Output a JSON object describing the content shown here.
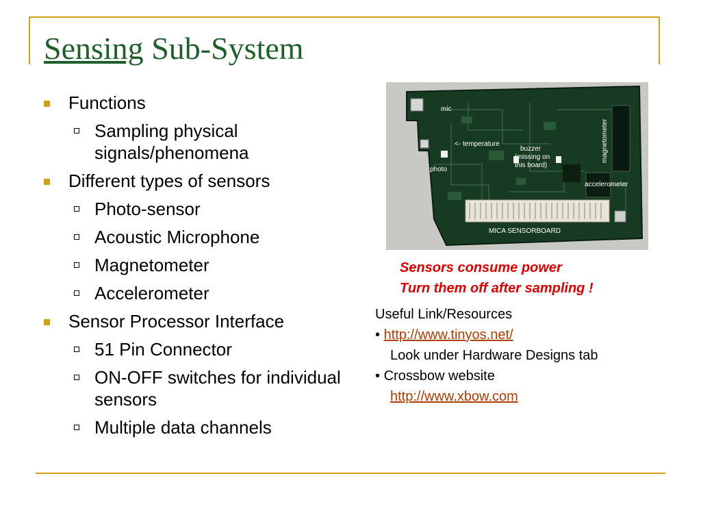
{
  "slide": {
    "title_link": "Sensing",
    "title_rest": " Sub-System"
  },
  "bullets": [
    {
      "text": "Functions",
      "children": [
        "Sampling physical signals/phenomena"
      ]
    },
    {
      "text": "Different types of sensors",
      "children": [
        "Photo-sensor",
        "Acoustic Microphone",
        "Magnetometer",
        "Accelerometer"
      ]
    },
    {
      "text": "Sensor Processor Interface",
      "children": [
        "51 Pin Connector",
        "ON-OFF switches for individual sensors",
        "Multiple data channels"
      ]
    }
  ],
  "board_labels": {
    "mic": "mic",
    "temperature": "<- temperature",
    "buzzer_1": "buzzer",
    "buzzer_2": "(missing on",
    "buzzer_3": "this board)",
    "photo": "photo",
    "magnetometer": "magnetometer",
    "accelerometer": "accelerometer",
    "board_name": "MICA SENSORBOARD"
  },
  "caption": {
    "line1": "Sensors consume power",
    "line2": "Turn them off after sampling !"
  },
  "resources": {
    "heading": "Useful Link/Resources",
    "bullet_char": "•",
    "link1": "http://www.tinyos.net/",
    "link1_note": "Look under Hardware Designs tab",
    "item2": "Crossbow website",
    "link2": "http://www.xbow.com"
  },
  "colors": {
    "accent": "#d4a017",
    "title": "#1f5f2a",
    "caption": "#e00000",
    "link": "#b23b00"
  }
}
